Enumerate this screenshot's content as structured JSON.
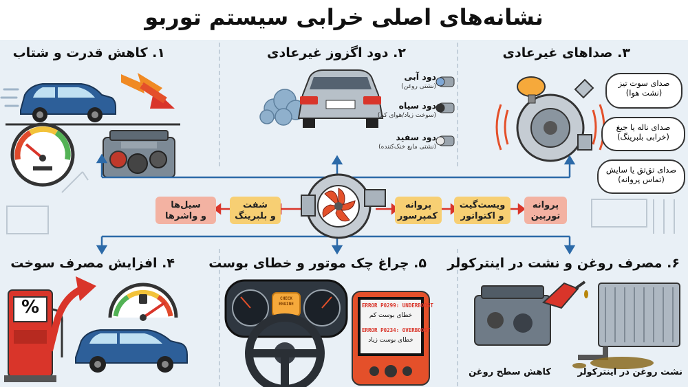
{
  "title": "نشانه‌های اصلی خرابی سیستم توربو",
  "sections": {
    "power_loss": {
      "title": "۱. کاهش قدرت و شتاب"
    },
    "smoke": {
      "title": "۲. دود اگزوز غیرعادی",
      "items": [
        {
          "label": "دود آبی",
          "note": "(نشتی روغن)",
          "color": "#7fa8d6"
        },
        {
          "label": "دود سیاه",
          "note": "(سوخت زیاد/هوای کم)",
          "color": "#333333"
        },
        {
          "label": "دود سفید",
          "note": "(نشتی مایع خنک‌کننده)",
          "color": "#e8e8e8"
        }
      ]
    },
    "noises": {
      "title": "۳. صداهای غیرعادی",
      "bubbles": [
        {
          "line1": "صدای سوت تیز",
          "line2": "(نشت هوا)"
        },
        {
          "line1": "صدای ناله یا جیغ",
          "line2": "(خرابی بلبرینگ)"
        },
        {
          "line1": "صدای تق‌تق یا سایش",
          "line2": "(تماس پروانه)"
        }
      ]
    },
    "fuel": {
      "title": "۴. افزایش مصرف سوخت",
      "pump_symbol": "%"
    },
    "check_engine": {
      "title": "۵. چراغ چک موتور و خطای بوست",
      "dash_light": {
        "line1": "CHECK",
        "line2": "ENGINE"
      },
      "codes": [
        {
          "code": "ERROR P0299: UNDERBOOST",
          "desc": "خطای بوست کم"
        },
        {
          "code": "ERROR P0234: OVERBOOST",
          "desc": "خطای بوست زیاد"
        }
      ]
    },
    "oil": {
      "title": "۶. مصرف روغن و نشت در اینترکولر",
      "captions": [
        "کاهش سطح روغن",
        "نشت روغن در اینترکولر"
      ]
    }
  },
  "components": [
    {
      "line1": "سیل‌ها",
      "line2": "و واشرها",
      "style": "red"
    },
    {
      "line1": "شفت",
      "line2": "و بلبرینگ",
      "style": "yellow"
    },
    {
      "line1": "پروانه",
      "line2": "کمپرسور",
      "style": "yellow"
    },
    {
      "line1": "ویست‌گیت",
      "line2": "و اکتواتور",
      "style": "yellow"
    },
    {
      "line1": "پروانه",
      "line2": "توربین",
      "style": "red"
    }
  ],
  "colors": {
    "accent_red": "#d9352a",
    "accent_orange": "#f08a24",
    "arrow_blue": "#2c6aa8",
    "box_red": "#f3b2a2",
    "box_yellow": "#f7cf73"
  }
}
